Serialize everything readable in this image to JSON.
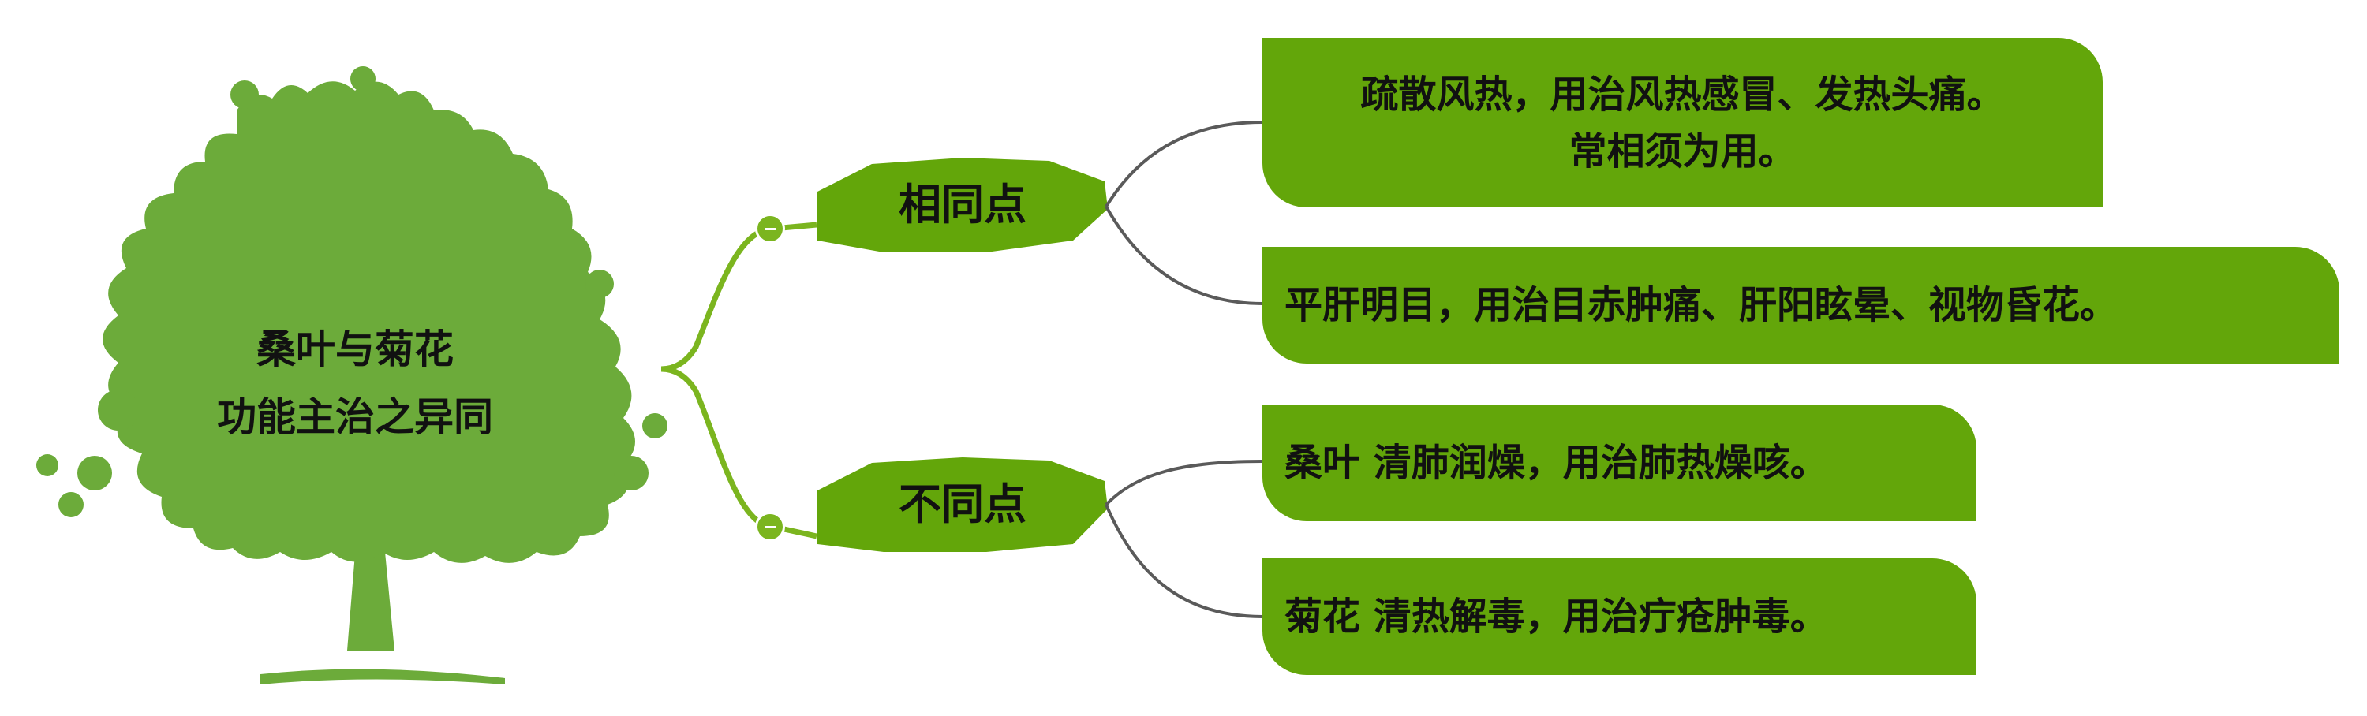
{
  "root": {
    "title_lines": [
      "桑叶与菊花",
      "功能主治之异同"
    ]
  },
  "branches": [
    {
      "label": "相同点",
      "leaves": [
        {
          "lines": [
            "疏散风热，用治风热感冒、发热头痛。",
            "常相须为用。"
          ]
        },
        {
          "lines": [
            "平肝明目，用治目赤肿痛、肝阳眩晕、视物昏花。"
          ]
        }
      ]
    },
    {
      "label": "不同点",
      "leaves": [
        {
          "lines": [
            "桑叶 清肺润燥，用治肺热燥咳。"
          ]
        },
        {
          "lines": [
            "菊花 清热解毒，用治疔疮肿毒。"
          ]
        }
      ]
    }
  ],
  "colors": {
    "tree": "#6cab3a",
    "node_green": "#63a60a",
    "root_link": "#7bb51f",
    "leaf_link": "#5a5a5a"
  },
  "icons": {
    "root": "tree-icon",
    "toggle": "collapse-minus-icon"
  }
}
